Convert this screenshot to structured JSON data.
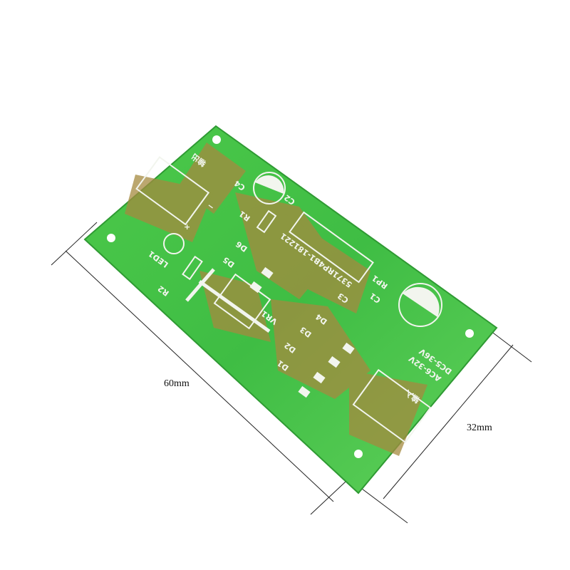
{
  "dimensions": {
    "length": "60mm",
    "width": "32mm"
  },
  "colors": {
    "board_green": "#3fbf3f",
    "copper_tint": "#a07a3a",
    "silkscreen": "#f2f5ee",
    "background": "#ffffff"
  },
  "silkscreen": {
    "output_label": "输出",
    "input_label": "输入",
    "input_spec_ac": "AC6-32V",
    "input_spec_dc": "DC5-36V",
    "part_code": "5371RP4B1-181221",
    "refs": {
      "led1": "LED1",
      "r1": "R1",
      "r2": "R2",
      "c1": "C1",
      "c2": "C2",
      "c3": "C3",
      "c4": "C4",
      "d1": "D1",
      "d2": "D2",
      "d3": "D3",
      "d4": "D4",
      "d5": "D5",
      "d6": "D6",
      "rp1": "RP1",
      "vr1": "VR1"
    },
    "plus": "+",
    "minus": "−"
  }
}
